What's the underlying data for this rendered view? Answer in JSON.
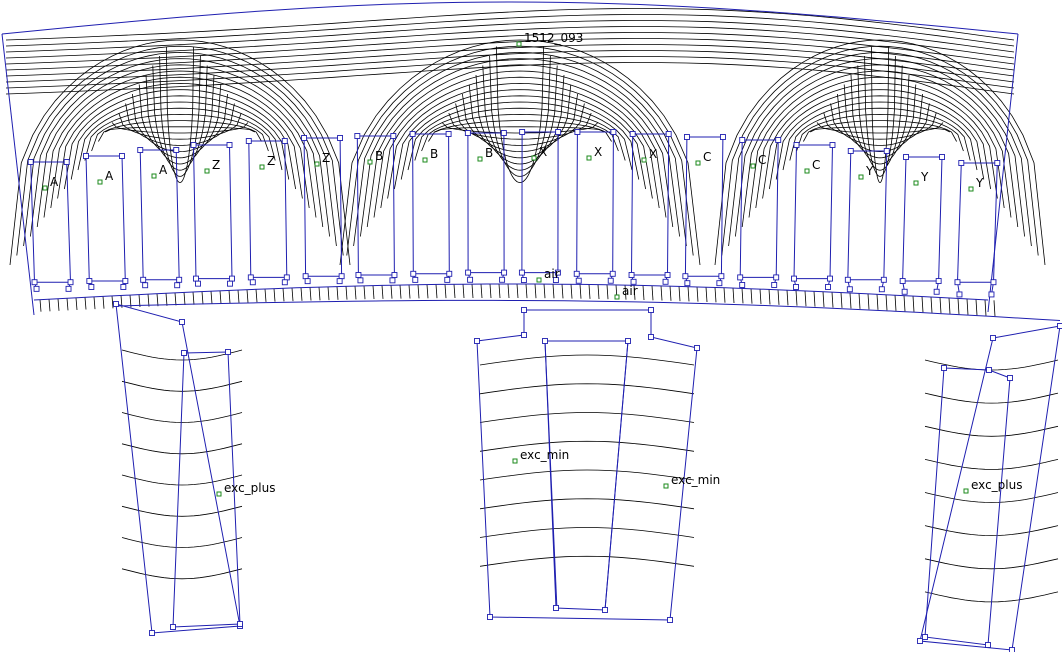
{
  "model_name": "1512_093",
  "region_labels": {
    "slots": [
      "A",
      "A",
      "A",
      "Z",
      "Z",
      "Z",
      "B",
      "B",
      "B",
      "X",
      "X",
      "X",
      "C",
      "C",
      "C",
      "Y",
      "Y",
      "Y"
    ],
    "airgap": [
      "air",
      "air"
    ],
    "poles": [
      "exc_plus",
      "exc_min",
      "exc_min",
      "exc_plus"
    ]
  },
  "colors": {
    "geometry": "#1f1fb0",
    "flux_lines": "#000000",
    "label_marker": "#1b8a1b",
    "background": "#ffffff"
  }
}
